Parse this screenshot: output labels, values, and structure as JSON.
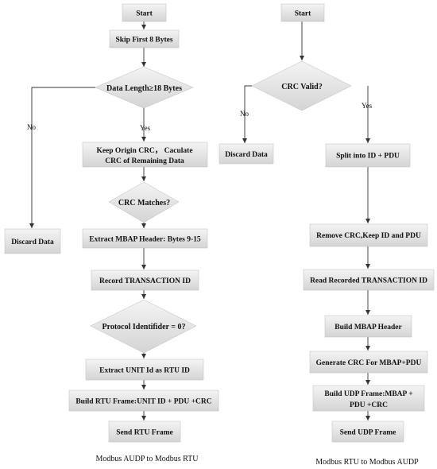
{
  "left": {
    "start": "Start",
    "skip": "Skip First 8 Bytes",
    "len_check": "Data Length≥18 Bytes",
    "keep_crc": [
      "Keep Origin CRC， Caculate",
      "CRC of Remaining Data"
    ],
    "crc_match": "CRC Matches?",
    "extract_mbap": "Extract MBAP Header: Bytes 9-15",
    "record_tid": "Record TRANSACTION ID",
    "protocol": "Protocol Identifider = 0?",
    "extract_unit": "Extract UNIT Id as RTU ID",
    "build_rtu": "Build RTU Frame:UNIT ID + PDU +CRC",
    "send_rtu": "Send RTU Frame",
    "discard": "Discard Data",
    "no": "No",
    "yes": "Yes",
    "caption": "Modbus AUDP  to Modbus RTU"
  },
  "right": {
    "start": "Start",
    "crc_valid": "CRC Valid?",
    "split": "Split into ID + PDU",
    "remove_crc": "Remove CRC,Keep ID and PDU",
    "read_tid": "Read Recorded TRANSACTION ID",
    "build_mbap": "Build MBAP Header",
    "gen_crc": "Generate CRC For MBAP+PDU",
    "build_udp": [
      "Build UDP Frame:MBAP +",
      "PDU +CRC"
    ],
    "send_udp": "Send UDP Frame",
    "discard": "Discard Data",
    "no": "No",
    "yes": "Yes",
    "caption": "Modbus RTU  to Modbus AUDP"
  }
}
